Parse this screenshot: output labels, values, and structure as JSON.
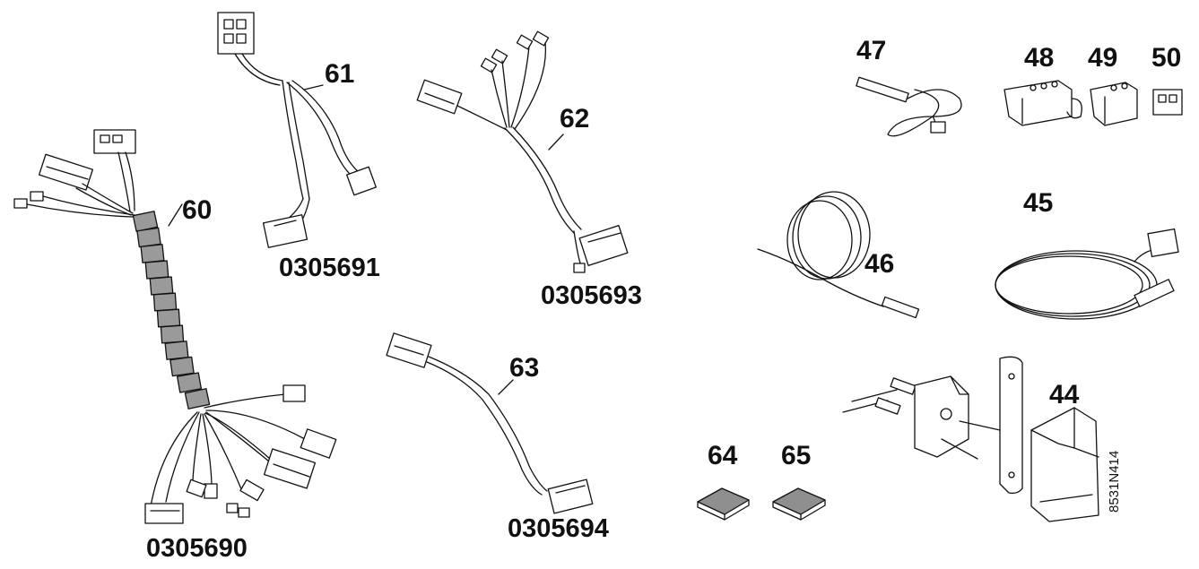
{
  "callouts": {
    "n44": "44",
    "n45": "45",
    "n46": "46",
    "n47": "47",
    "n48": "48",
    "n49": "49",
    "n50": "50",
    "n60": "60",
    "n61": "61",
    "n62": "62",
    "n63": "63",
    "n64": "64",
    "n65": "65"
  },
  "part_numbers": {
    "p0305690": "0305690",
    "p0305691": "0305691",
    "p0305693": "0305693",
    "p0305694": "0305694"
  },
  "drawing_code": "8531N414",
  "colors": {
    "line": "#111111",
    "sleeve": "#9a9a9a",
    "fill": "#ffffff",
    "chip": "#8f8f8f"
  }
}
